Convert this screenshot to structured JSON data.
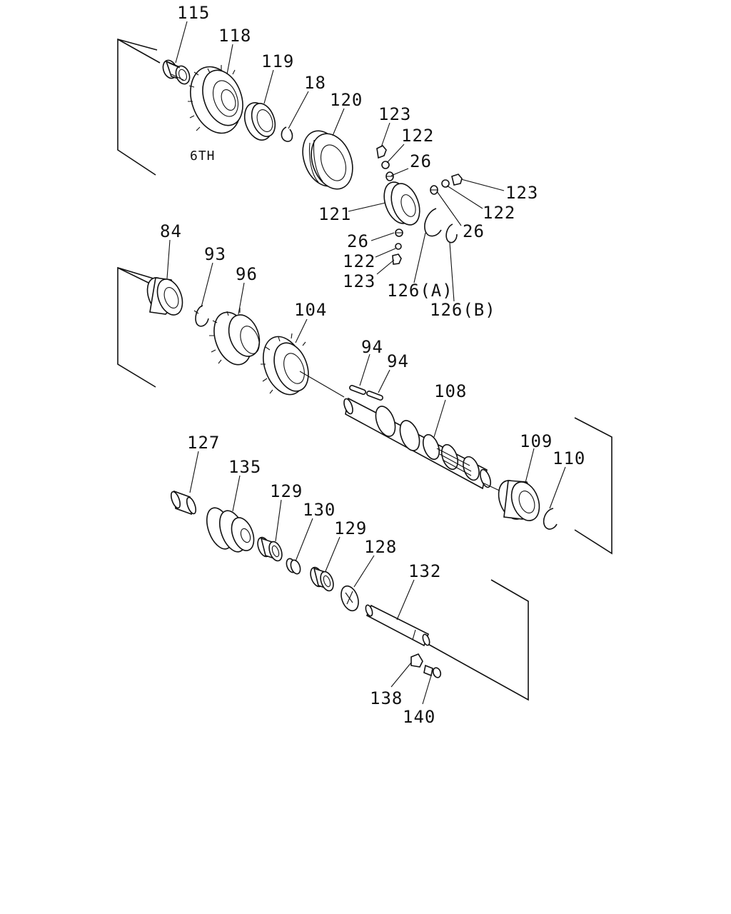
{
  "diagram": {
    "labels": {
      "p115": "115",
      "p118": "118",
      "p119": "119",
      "p18": "18",
      "p120": "120",
      "p123a": "123",
      "p122a": "122",
      "p26a": "26",
      "p123b": "123",
      "p122b": "122",
      "p26b": "26",
      "p121": "121",
      "p26c": "26",
      "p122c": "122",
      "p123c": "123",
      "p126a": "126(A)",
      "p126b": "126(B)",
      "p84": "84",
      "p93": "93",
      "p96": "96",
      "p104": "104",
      "p94a": "94",
      "p94b": "94",
      "p108": "108",
      "p109": "109",
      "p110": "110",
      "p127": "127",
      "p135": "135",
      "p129a": "129",
      "p130": "130",
      "p129b": "129",
      "p128": "128",
      "p132": "132",
      "p138": "138",
      "p140": "140",
      "gear_note": "6TH"
    }
  }
}
